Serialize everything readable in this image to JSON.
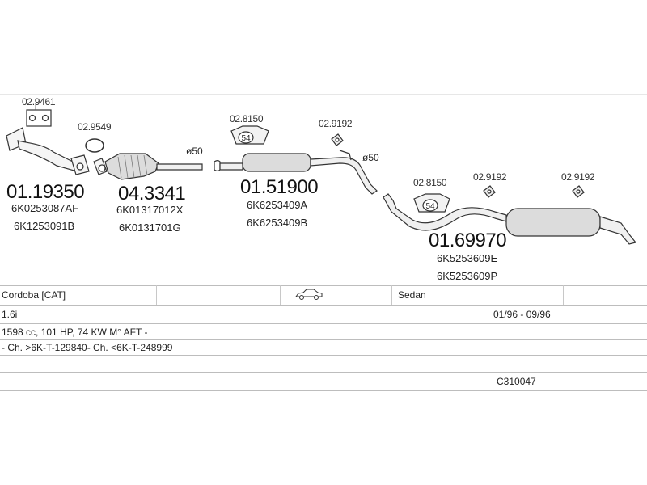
{
  "diagram": {
    "refs": {
      "gasket_ref": "02.9461",
      "ring_ref": "02.9549",
      "mount1_ref": "02.8150",
      "hanger1_ref": "02.9192",
      "mount2_ref": "02.8150",
      "hanger2_ref": "02.9192",
      "hanger3_ref": "02.9192"
    },
    "parts": {
      "front_pipe": {
        "number": "01.19350",
        "oe": [
          "6K0253087AF",
          "6K1253091B"
        ]
      },
      "catalyst": {
        "number": "04.3341",
        "oe": [
          "6K01317012X",
          "6K0131701G"
        ]
      },
      "middle_silencer": {
        "number": "01.51900",
        "oe": [
          "6K6253409A",
          "6K6253409B"
        ]
      },
      "rear_silencer": {
        "number": "01.69970",
        "oe": [
          "6K5253609E",
          "6K5253609P"
        ]
      }
    },
    "diameters": {
      "d1": "ø50",
      "d2": "ø50"
    },
    "mount_label": "54"
  },
  "info": {
    "row1": {
      "model": "Cordoba  [CAT]",
      "body": "Sedan"
    },
    "row2": {
      "engine": "1.6i",
      "years": "01/96 - 09/96"
    },
    "row3": {
      "spec": "1598 cc, 101 HP, 74 KW M° AFT -"
    },
    "row4": {
      "chassis": "- Ch. >6K-T-129840- Ch. <6K-T-248999"
    },
    "row6": {
      "code": "C310047"
    }
  },
  "icons": {
    "car": "car-icon"
  }
}
